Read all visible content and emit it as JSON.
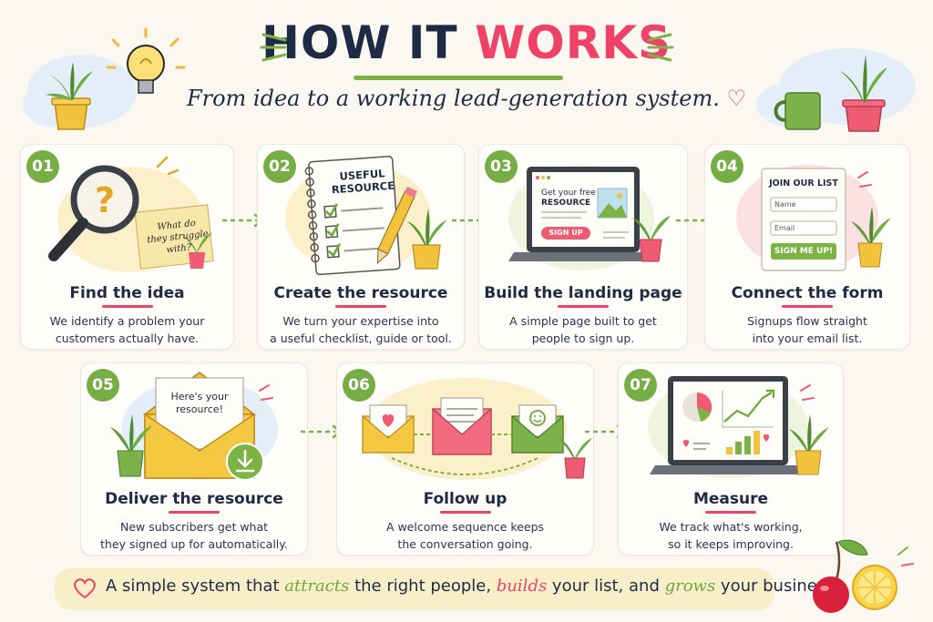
{
  "header": {
    "title_part1": "HOW IT",
    "title_part2": "WORKS",
    "subtitle": "From idea to a working lead-generation system."
  },
  "steps": [
    {
      "number": "01",
      "title": "Find the idea",
      "desc_line1": "We identify a problem your",
      "desc_line2": "customers actually have.",
      "note": [
        "What do",
        "they struggle",
        "with?"
      ]
    },
    {
      "number": "02",
      "title": "Create the resource",
      "desc_line1": "We turn your expertise into",
      "desc_line2": "a useful checklist, guide or tool.",
      "notebook": [
        "USEFUL",
        "RESOURCE"
      ]
    },
    {
      "number": "03",
      "title": "Build the landing page",
      "desc_line1": "A simple page built to get",
      "desc_line2": "people to sign up.",
      "screen_heading": [
        "Get your free",
        "RESOURCE"
      ],
      "screen_button": "SIGN UP"
    },
    {
      "number": "04",
      "title": "Connect the form",
      "desc_line1": "Signups flow straight",
      "desc_line2": "into your email list.",
      "form_title": "JOIN OUR LIST",
      "form_name": "Name",
      "form_email": "Email",
      "form_button": "SIGN ME UP!"
    },
    {
      "number": "05",
      "title": "Deliver the resource",
      "desc_line1": "New subscribers get what",
      "desc_line2": "they signed up for automatically.",
      "letter": [
        "Here's your",
        "resource!"
      ]
    },
    {
      "number": "06",
      "title": "Follow up",
      "desc_line1": "A welcome sequence keeps",
      "desc_line2": "the conversation going."
    },
    {
      "number": "07",
      "title": "Measure",
      "desc_line1": "We track what's working,",
      "desc_line2": "so it keeps improving."
    }
  ],
  "footer": {
    "part1": "A simple system that ",
    "attracts": "attracts",
    "part2": " the right people, ",
    "builds": "builds",
    "part3": " your list, and ",
    "grows": "grows",
    "part4": " your business."
  },
  "colors": {
    "navy": "#1d2b44",
    "pink": "#ee4266",
    "green": "#76ad44",
    "yellow": "#f5c842"
  }
}
